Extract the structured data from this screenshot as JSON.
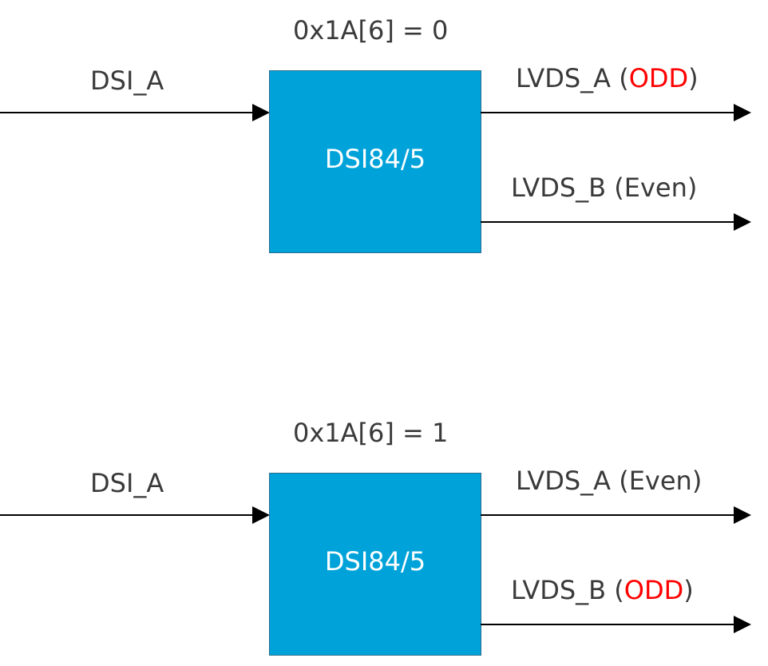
{
  "colors": {
    "block_fill": "#00a3d9",
    "text": "#3a3a3a",
    "highlight": "#ff0000",
    "line": "#000000"
  },
  "diagrams": [
    {
      "register_label": "0x1A[6] = 0",
      "input_label": "DSI_A",
      "block_label": "DSI84/5",
      "output_a": {
        "prefix": "LVDS_A (",
        "mode": "ODD",
        "suffix": ")",
        "mode_highlighted": true
      },
      "output_b": {
        "prefix": "LVDS_B (",
        "mode": "Even",
        "suffix": ")",
        "mode_highlighted": false
      }
    },
    {
      "register_label": "0x1A[6] = 1",
      "input_label": "DSI_A",
      "block_label": "DSI84/5",
      "output_a": {
        "prefix": "LVDS_A (",
        "mode": "Even",
        "suffix": ")",
        "mode_highlighted": false
      },
      "output_b": {
        "prefix": "LVDS_B (",
        "mode": "ODD",
        "suffix": ")",
        "mode_highlighted": true
      }
    }
  ]
}
